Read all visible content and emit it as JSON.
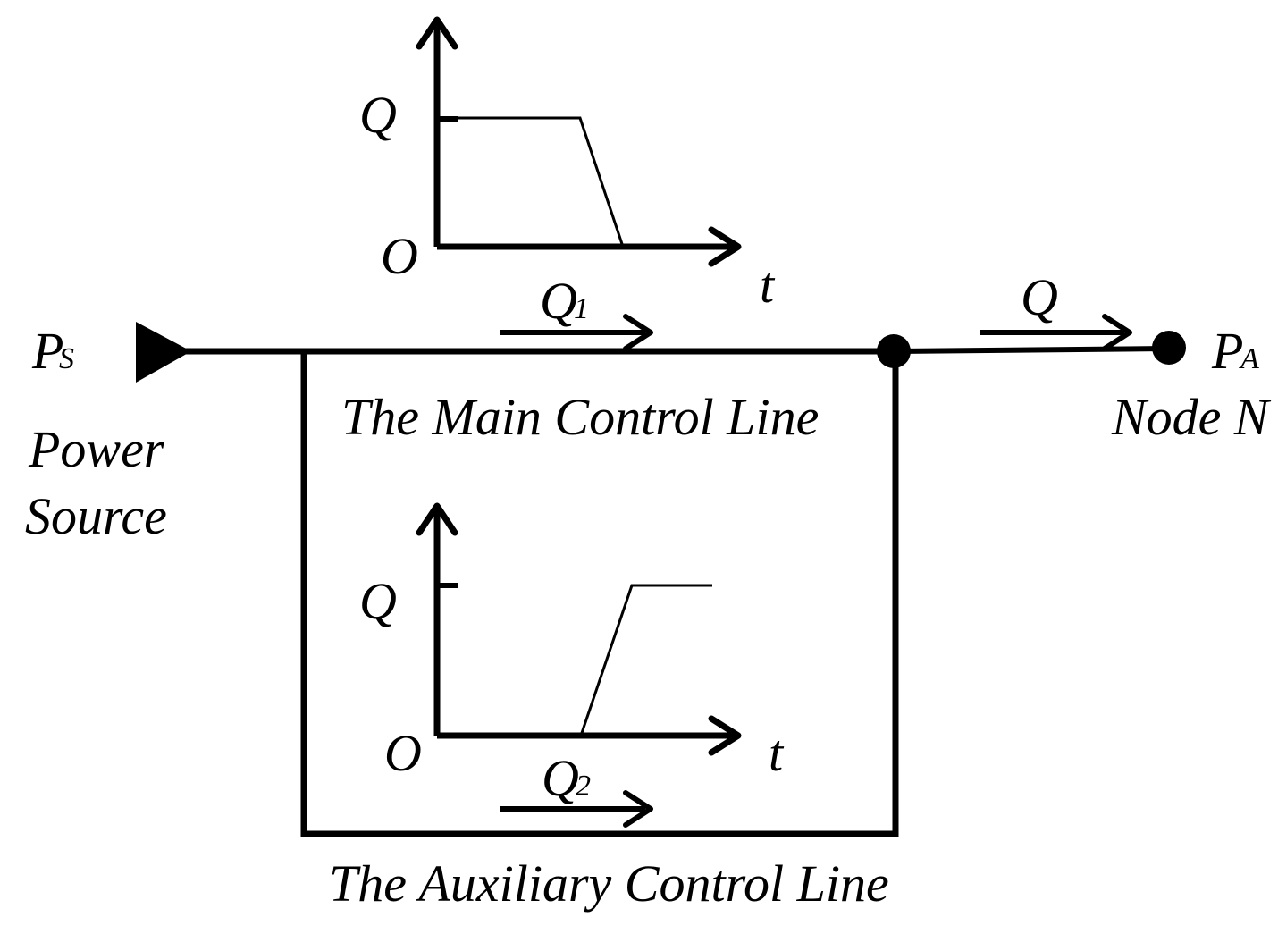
{
  "source": {
    "symbol": "P",
    "subscript": "S",
    "name_line1": "Power",
    "name_line2": "Source"
  },
  "node": {
    "symbol": "P",
    "subscript": "A",
    "name": "Node N"
  },
  "main_line": {
    "label": "The Main Control Line",
    "flow_symbol": "Q",
    "flow_subscript": "1"
  },
  "aux_line": {
    "label": "The Auxiliary Control Line",
    "flow_symbol": "Q",
    "flow_subscript": "2"
  },
  "output_flow": {
    "label": "Q"
  },
  "main_graph": {
    "y_label": "Q",
    "origin_label": "O",
    "x_label": "t",
    "profile": "decreasing"
  },
  "aux_graph": {
    "y_label": "Q",
    "origin_label": "O",
    "x_label": "t",
    "profile": "increasing"
  },
  "colors": {
    "ink": "#000000",
    "background": "#ffffff"
  }
}
